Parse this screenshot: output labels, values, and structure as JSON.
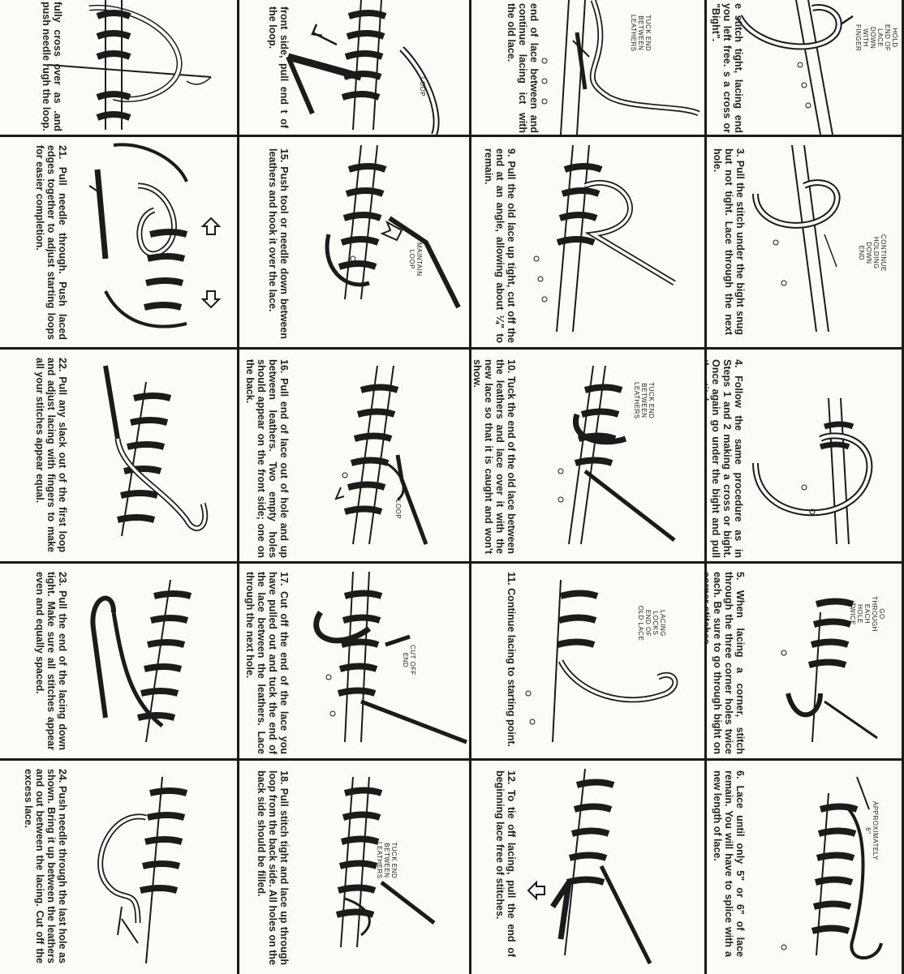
{
  "panels": {
    "p1": {
      "caption": "rugh the loop.",
      "caption2": "fully cross over as",
      "caption3": ".and push needle"
    },
    "p2": {
      "caption": "front side, pull end",
      "caption2": "t of the loop.",
      "label": "LOOP"
    },
    "p3": {
      "caption": "end of lace between",
      "caption2": "and continue lacing",
      "caption3": "ict with the old lace.",
      "label": "TUCK END\nBETWEEN\nLEATHERS"
    },
    "p4": {
      "caption": "e stitch tight, lacing",
      "caption2": "end you left free.",
      "caption3": "s a cross or \"Bight\".",
      "label": "HOLD END OF\nLACE DOWN\nWITH FINGER"
    },
    "p21": {
      "caption": "21. Pull needle through. Push laced edges together to adjust starting loops for easier completion."
    },
    "p15": {
      "caption": "15. Push tool or needle down between leathers and hook it over the lace.",
      "label": "MAINTAIN\nLOOP"
    },
    "p9": {
      "caption": "9. Pull the old lace up tight, cut off the end at an angle, allowing about ¼\" to remain."
    },
    "p3b": {
      "caption": "3. Pull the stitch under the bight snug but not tight. Lace through the next hole.",
      "label": "CONTINUE\nHOLDING DOWN\nEND"
    },
    "p22": {
      "caption": "22. Pull any slack out of the first loop and adjust lacing with fingers to make all your stitches appear equal."
    },
    "p16": {
      "caption": "16. Pull end of lace out of hole and up between leathers. Two empty holes should appear on the front side; one on the back.",
      "label": "LOOP"
    },
    "p10": {
      "caption": "10. Tuck the end of the old lace between the leathers and lace over it with the new lace so that it is caught and won't show.",
      "label": "TUCK END\nBETWEEN\nLEATHERS"
    },
    "p4b": {
      "caption": "4. Follow the same procedure as in Steps 1 and 2 making a cross or bight. Once again go under the bight and pull the stitch snug."
    },
    "p23": {
      "caption": "23. Pull the end of the lacing down tight. Make sure all stitches appear even and equally spaced."
    },
    "p17": {
      "caption": "17. Cut off the end of the lace you have pulled out and tuck the end of the lace between the leathers. Lace through the next hole.",
      "label": "CUT OFF\nEND"
    },
    "p11": {
      "caption": "11. Continue lacing to starting point.",
      "label": "LACING LOCKS\nEND OF\nOLD LACE"
    },
    "p5": {
      "caption": "5. When lacing a corner, stitch through the three corner holes twice each. Be sure to go through bight on corner stitches.",
      "label": "GO THROUGH\nEACH HOLE\nTWICE"
    },
    "p24": {
      "caption": "24. Push needle through the last hole as shown. Bring it up between the leathers and out between the lacing. Cut off the excess lace."
    },
    "p18": {
      "caption": "18. Pull stitch tight and lace up through loop from the back side. All holes on the back side should be filled.",
      "label": "TUCK END\nBETWEEN\nLEATHERS"
    },
    "p12": {
      "caption": "12. To tie off lacing, pull the end of beginning lace free of stitches."
    },
    "p6": {
      "caption": "6. Lace until only 5\" or 6\" of lace remain. You will have to splice with a new length of lace.",
      "label": "APPROXIMATELY 6\""
    }
  }
}
